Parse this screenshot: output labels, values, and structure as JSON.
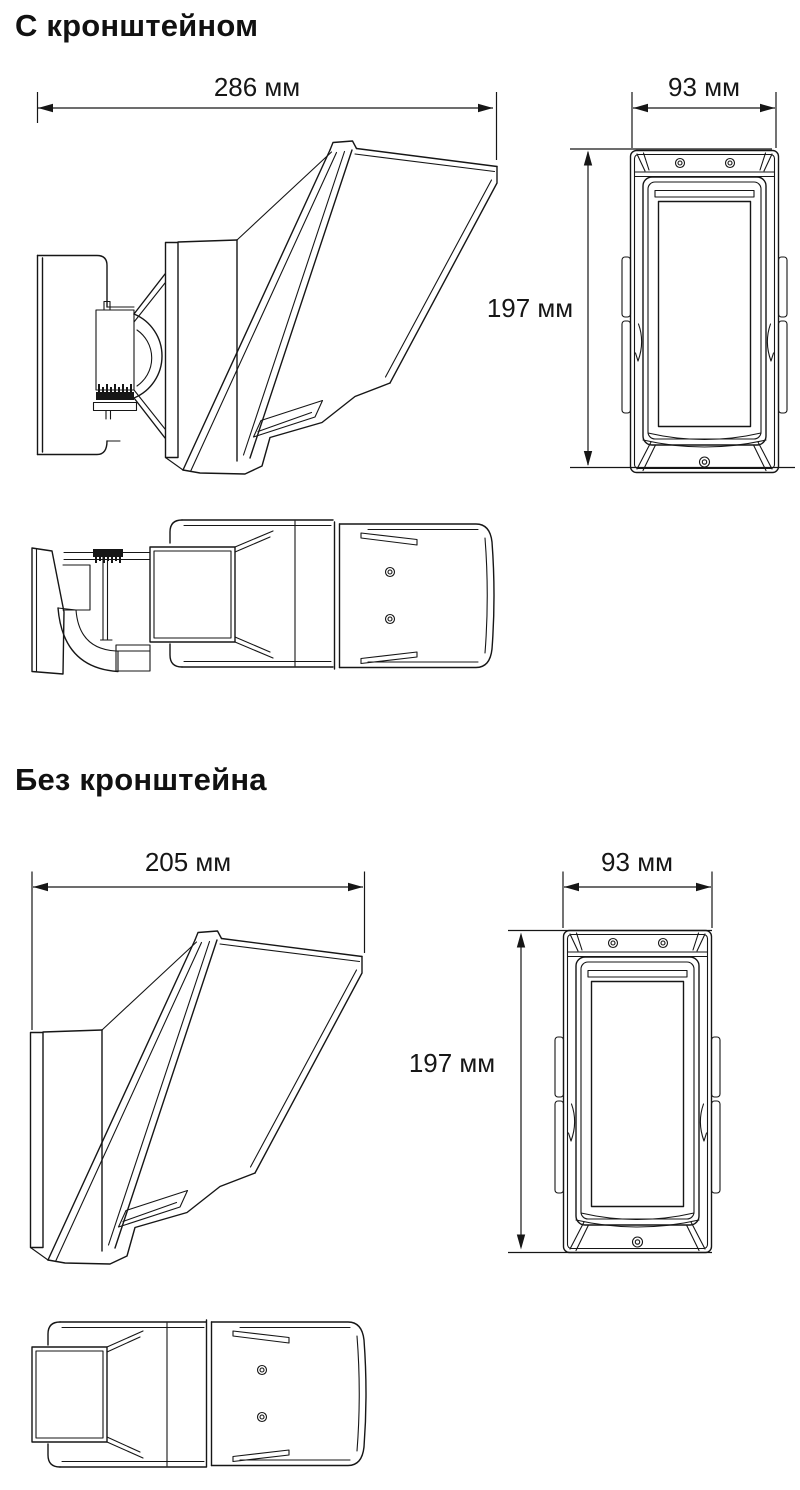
{
  "page": {
    "background": "#ffffff",
    "ink": "#161616",
    "language": "ru"
  },
  "sections": [
    {
      "id": "with-bracket",
      "title": "С кронштейном",
      "dims": {
        "side_width": "286 мм",
        "front_width": "93 мм",
        "front_height": "197 мм"
      }
    },
    {
      "id": "without-bracket",
      "title": "Без кронштейна",
      "dims": {
        "side_width": "205 мм",
        "front_width": "93 мм",
        "front_height": "197 мм"
      }
    }
  ]
}
